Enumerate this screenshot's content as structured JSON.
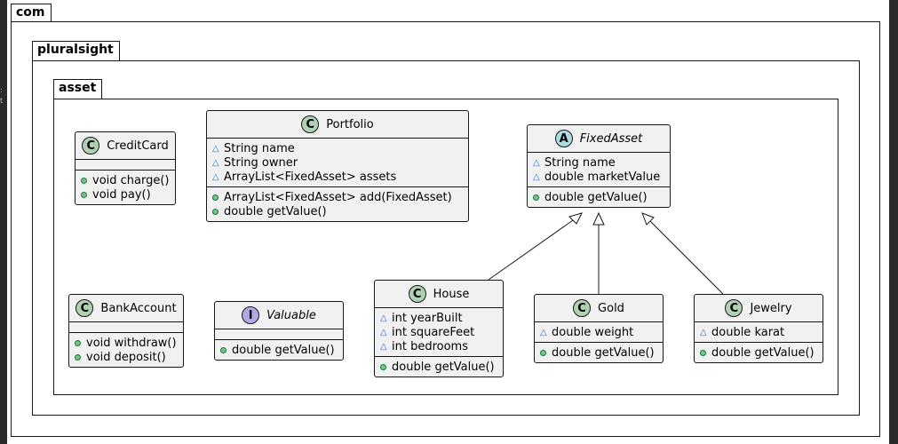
{
  "packages": {
    "com": "com",
    "pluralsight": "pluralsight",
    "asset": "asset"
  },
  "classes": {
    "creditcard": {
      "name": "CreditCard",
      "kind": "C",
      "fields": [],
      "methods": [
        "void charge()",
        "void pay()"
      ]
    },
    "portfolio": {
      "name": "Portfolio",
      "kind": "C",
      "fields": [
        "String name",
        "String owner",
        "ArrayList<FixedAsset> assets"
      ],
      "methods": [
        "ArrayList<FixedAsset> add(FixedAsset)",
        "double getValue()"
      ]
    },
    "fixedasset": {
      "name": "FixedAsset",
      "kind": "A",
      "fields": [
        "String name",
        "double marketValue"
      ],
      "methods": [
        "double getValue()"
      ]
    },
    "bankaccount": {
      "name": "BankAccount",
      "kind": "C",
      "fields": [],
      "methods": [
        "void withdraw()",
        "void deposit()"
      ]
    },
    "valuable": {
      "name": "Valuable",
      "kind": "I",
      "fields": [],
      "methods": [
        "double getValue()"
      ]
    },
    "house": {
      "name": "House",
      "kind": "C",
      "fields": [
        "int yearBuilt",
        "int squareFeet",
        "int bedrooms"
      ],
      "methods": [
        "double getValue()"
      ]
    },
    "gold": {
      "name": "Gold",
      "kind": "C",
      "fields": [
        "double weight"
      ],
      "methods": [
        "double getValue()"
      ]
    },
    "jewelry": {
      "name": "Jewelry",
      "kind": "C",
      "fields": [
        "double karat"
      ],
      "methods": [
        "double getValue()"
      ]
    }
  },
  "colors": {
    "class_bg": "#f1f1f1",
    "class_circle": "#add1b2",
    "abstract_circle": "#a9dcdf",
    "interface_circle": "#b4a7e5",
    "public_dot": "#84be84",
    "package_visibility": "#2a6fbf"
  }
}
